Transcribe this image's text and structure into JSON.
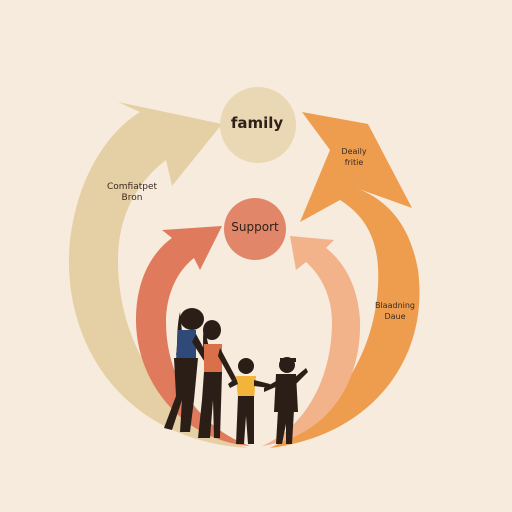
{
  "labels": {
    "family": "family",
    "support": "Support",
    "left": [
      "Comfiatpet",
      "Bron"
    ],
    "right_top": [
      "Deaily",
      "fritie"
    ],
    "right_bottom": [
      "Blaadning",
      "Daue"
    ]
  },
  "colors": {
    "background": "#f6ebdd",
    "family_circle": "#ead7b4",
    "support_circle": "#e2866a",
    "outer_left_arrow": "#e5d0a6",
    "outer_right_arrow": "#ee9d4e",
    "inner_left_arc": "#e07a5c",
    "inner_right_arc": "#f2b38a",
    "silhouette": "#2b1e17",
    "adult_shirt": "#2f4a78",
    "woman_shirt": "#d9704a",
    "child_shirt": "#f2b43a"
  },
  "figures": [
    "adult",
    "woman",
    "child",
    "child"
  ]
}
